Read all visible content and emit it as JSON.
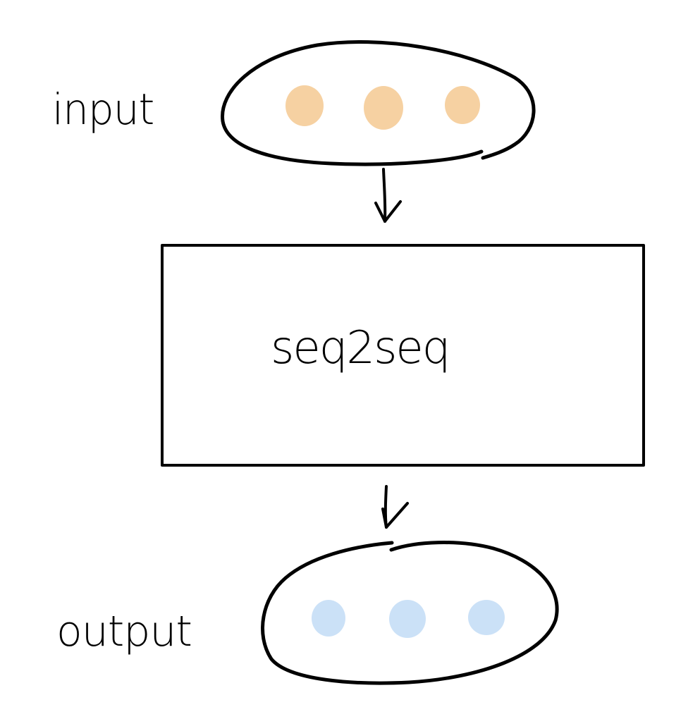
{
  "labels": {
    "input": "input",
    "model": "seq2seq",
    "output": "output"
  },
  "input_sequence": {
    "token_count": 3,
    "token_color": "#F6D1A2"
  },
  "output_sequence": {
    "token_count": 3,
    "token_color": "#CBE1F7"
  },
  "stroke_color": "#000000",
  "background_color": "#FFFFFF"
}
